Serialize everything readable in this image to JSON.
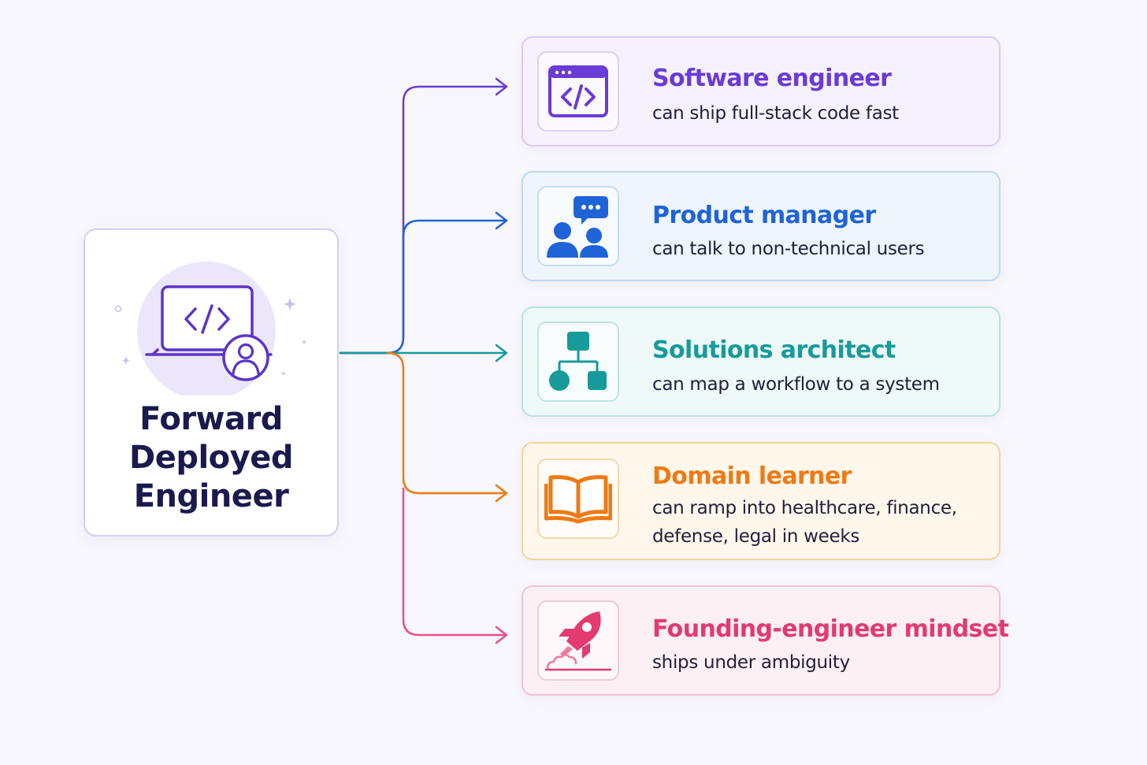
{
  "main": {
    "title_lines": [
      "Forward",
      "Deployed",
      "Engineer"
    ]
  },
  "roles": [
    {
      "title": "Software engineer",
      "description": "can ship full-stack code fast",
      "accent": "#6a3bd6",
      "icon": "code-window-icon"
    },
    {
      "title": "Product manager",
      "description": "can talk to non-technical users",
      "accent": "#1f63d8",
      "icon": "users-chat-icon"
    },
    {
      "title": "Solutions architect",
      "description": "can map a workflow to a system",
      "accent": "#169b9a",
      "icon": "flowchart-icon"
    },
    {
      "title": "Domain learner",
      "description": "can ramp into healthcare, finance, defense, legal in weeks",
      "accent": "#ee7a14",
      "icon": "open-book-icon"
    },
    {
      "title": "Founding-engineer mindset",
      "description": "ships under ambiguity",
      "accent": "#e33a6f",
      "icon": "rocket-icon"
    }
  ],
  "colors": {
    "background": "#f8f7fc",
    "main_border": "#d6cdf3",
    "title_text": "#1a1a4e",
    "purple": "#6a3bd6",
    "blue": "#1f63d8",
    "teal": "#169b9a",
    "orange": "#ee7a14",
    "pink": "#e33a6f"
  }
}
